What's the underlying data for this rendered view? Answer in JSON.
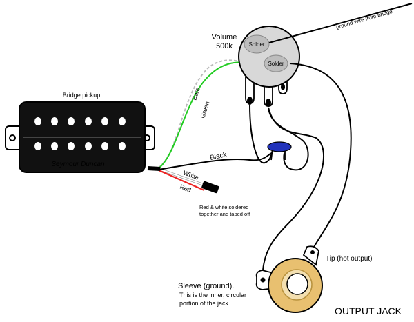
{
  "labels": {
    "bridge_pickup": "Bridge pickup",
    "brand": "Seymour Duncan",
    "volume_line1": "Volume",
    "volume_line2": "500k",
    "solder_top": "Solder",
    "solder_right": "Solder",
    "ground_wire": "ground wire from bridge",
    "bare": "Bare",
    "green": "Green",
    "black": "Black",
    "white": "White",
    "red": "Red",
    "red_white_line1": "Red & white soldered",
    "red_white_line2": "together and taped off",
    "tip": "Tip (hot output)",
    "sleeve_line1": "Sleeve (ground).",
    "sleeve_line2": "This is the inner, circular",
    "sleeve_line3": "portion of the jack",
    "output_jack": "OUTPUT JACK"
  },
  "colors": {
    "green_wire": "#22cc22",
    "red_wire": "#ee2222",
    "bare_wire": "#bbbbbb",
    "capacitor": "#2233bb",
    "jack_ring": "#e8c070",
    "pot_body": "#d8d8d8",
    "solder_pad": "#bdbdbd"
  }
}
